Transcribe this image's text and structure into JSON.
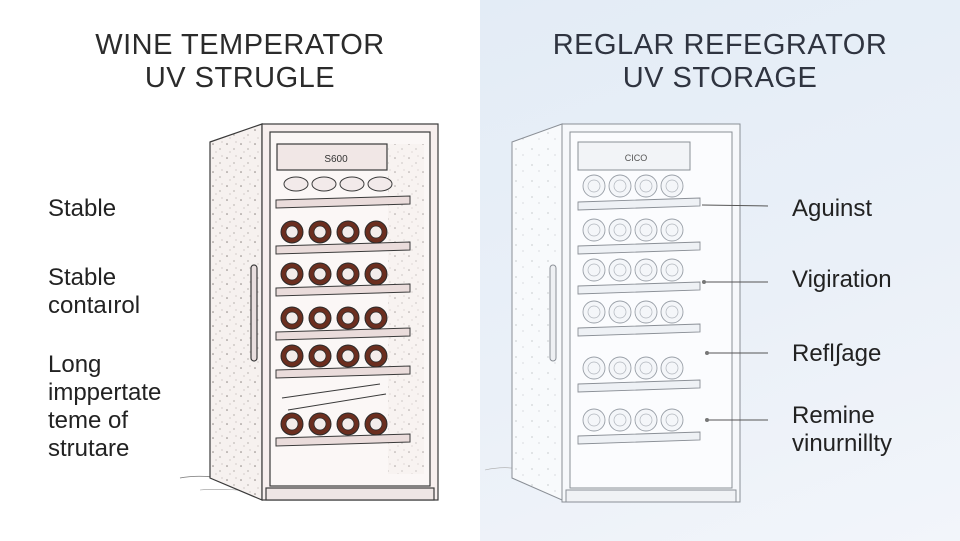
{
  "left": {
    "title_line1": "WINE TEMPERATOR",
    "title_line2": "UV STRUGLE",
    "display_text": "S600",
    "labels": [
      {
        "lines": [
          "Stable"
        ]
      },
      {
        "lines": [
          "Stable",
          "contaırol"
        ]
      },
      {
        "lines": [
          "Long",
          "imppertate",
          "teme of",
          "strutare"
        ]
      }
    ]
  },
  "right": {
    "title_line1": "REGLAR REFEGRATOR",
    "title_line2": "UV STORAGE",
    "display_text": "CICO",
    "labels": [
      {
        "lines": [
          "Aguinst"
        ]
      },
      {
        "lines": [
          "Vigiration"
        ]
      },
      {
        "lines": [
          "Refl∫age"
        ]
      },
      {
        "lines": [
          "Remine",
          "vinurnillty"
        ]
      }
    ]
  },
  "colors": {
    "right_background": "#e6eef7",
    "wine_fridge_accent": "#c9a7a1",
    "bottle_color": "#6b2e1f",
    "line_art": "#3a3a3a"
  }
}
